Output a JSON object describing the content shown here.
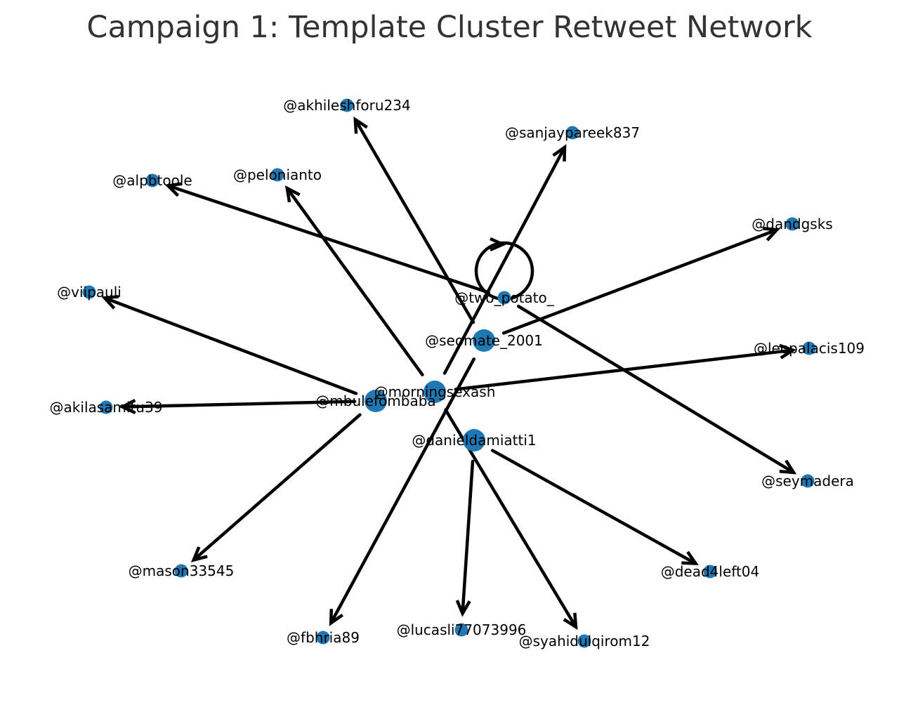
{
  "title": "Campaign 1: Template Cluster Retweet Network",
  "colors": {
    "node": "#1f77b4",
    "edge": "#000000",
    "title": "#333333"
  },
  "nodes": [
    {
      "id": "morningsexash",
      "label": "@morningsexash",
      "size": "large"
    },
    {
      "id": "mbulefombaba",
      "label": "@mbulefombaba",
      "size": "large"
    },
    {
      "id": "seomate_2001",
      "label": "@seomate_2001",
      "size": "large"
    },
    {
      "id": "danieldamiatti1",
      "label": "@danieldamiatti1",
      "size": "large"
    },
    {
      "id": "two_potato_",
      "label": "@two_potato_",
      "size": "small"
    },
    {
      "id": "akhileshforu234",
      "label": "@akhileshforu234",
      "size": "small"
    },
    {
      "id": "sanjaypareek837",
      "label": "@sanjaypareek837",
      "size": "small"
    },
    {
      "id": "alpbtoole",
      "label": "@alpbtoole",
      "size": "small"
    },
    {
      "id": "pelonianto",
      "label": "@pelonianto",
      "size": "small"
    },
    {
      "id": "dandgsks",
      "label": "@dandgsks",
      "size": "small"
    },
    {
      "id": "viipauli",
      "label": "@viipauli",
      "size": "small"
    },
    {
      "id": "leopalacis109",
      "label": "@leopalacis109",
      "size": "small"
    },
    {
      "id": "akilasamitu39",
      "label": "@akilasamitu39",
      "size": "small"
    },
    {
      "id": "seymadera",
      "label": "@seymadera",
      "size": "small"
    },
    {
      "id": "mason33545",
      "label": "@mason33545",
      "size": "small"
    },
    {
      "id": "dead4left04",
      "label": "@dead4left04",
      "size": "small"
    },
    {
      "id": "fbhria89",
      "label": "@fbhria89",
      "size": "small"
    },
    {
      "id": "lucasli77073996",
      "label": "@lucasli77073996",
      "size": "small"
    },
    {
      "id": "syahidulqirom12",
      "label": "@syahidulqirom12",
      "size": "small"
    }
  ],
  "edges": [
    {
      "from": "two_potato_",
      "to": "two_potato_"
    },
    {
      "from": "two_potato_",
      "to": "alpbtoole"
    },
    {
      "from": "two_potato_",
      "to": "seymadera"
    },
    {
      "from": "seomate_2001",
      "to": "akhileshforu234"
    },
    {
      "from": "seomate_2001",
      "to": "dandgsks"
    },
    {
      "from": "seomate_2001",
      "to": "fbhria89"
    },
    {
      "from": "morningsexash",
      "to": "sanjaypareek837"
    },
    {
      "from": "morningsexash",
      "to": "pelonianto"
    },
    {
      "from": "morningsexash",
      "to": "leopalacis109"
    },
    {
      "from": "morningsexash",
      "to": "syahidulqirom12"
    },
    {
      "from": "mbulefombaba",
      "to": "viipauli"
    },
    {
      "from": "mbulefombaba",
      "to": "akilasamitu39"
    },
    {
      "from": "mbulefombaba",
      "to": "mason33545"
    },
    {
      "from": "danieldamiatti1",
      "to": "dead4left04"
    },
    {
      "from": "danieldamiatti1",
      "to": "lucasli77073996"
    }
  ]
}
